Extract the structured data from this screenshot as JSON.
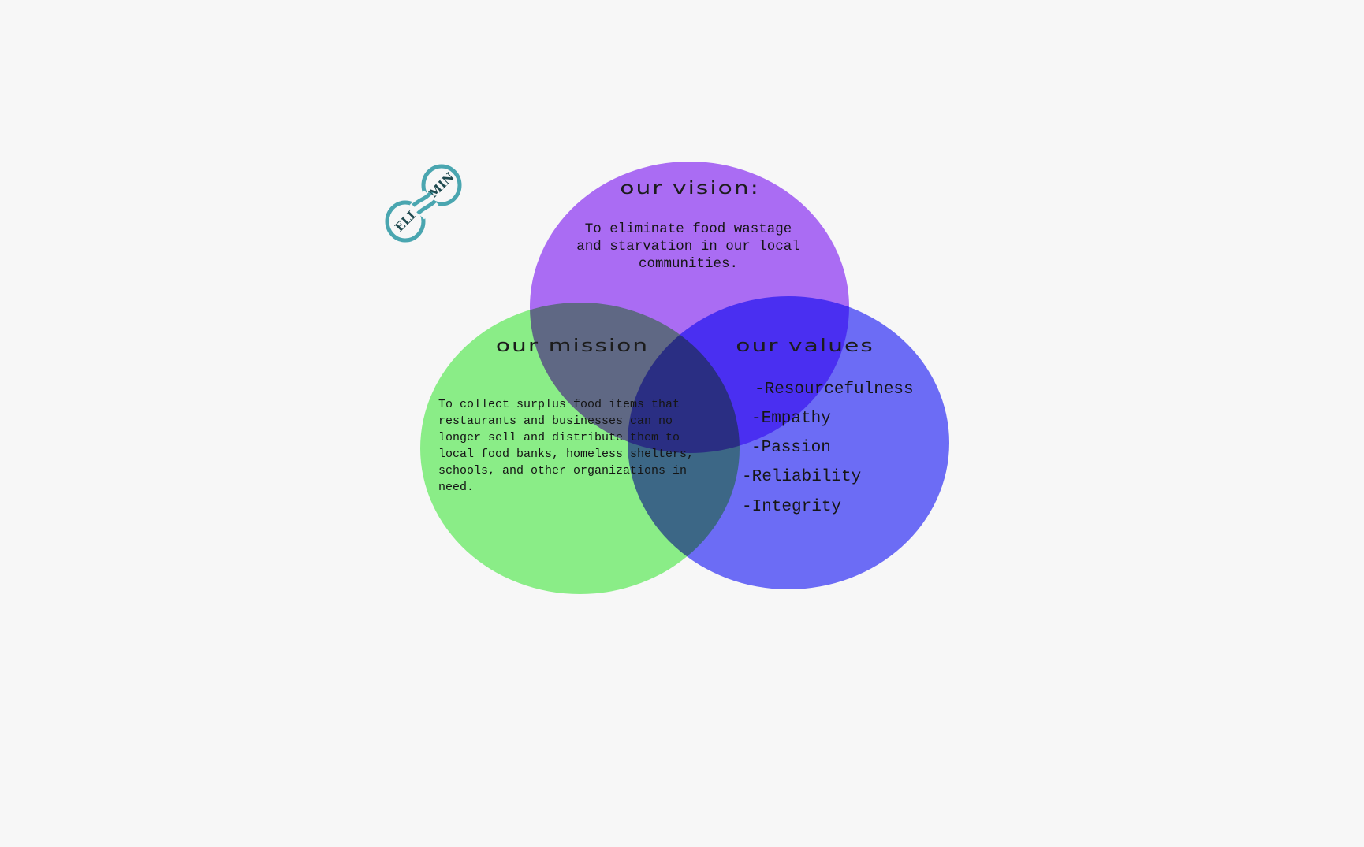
{
  "logo": {
    "name": "ELIMIN",
    "text_left": "ELI",
    "text_right": "MIN",
    "color": "#4aa6b0"
  },
  "colors": {
    "vision": "#b06ffb",
    "mission": "#8ef58b",
    "values": "#6f6ffd",
    "background": "#f7f7f7"
  },
  "vision": {
    "heading": "our vision:",
    "text": "To eliminate food wastage and starvation in our local communities."
  },
  "mission": {
    "heading": "our mission",
    "text": "To collect surplus food items that restaurants and businesses can no longer sell and distribute them to local food banks, homeless shelters, schools, and other organizations in need."
  },
  "values": {
    "heading": "our values",
    "items": [
      "-Resourcefulness",
      "-Empathy",
      "-Passion",
      "-Reliability",
      "-Integrity"
    ]
  }
}
